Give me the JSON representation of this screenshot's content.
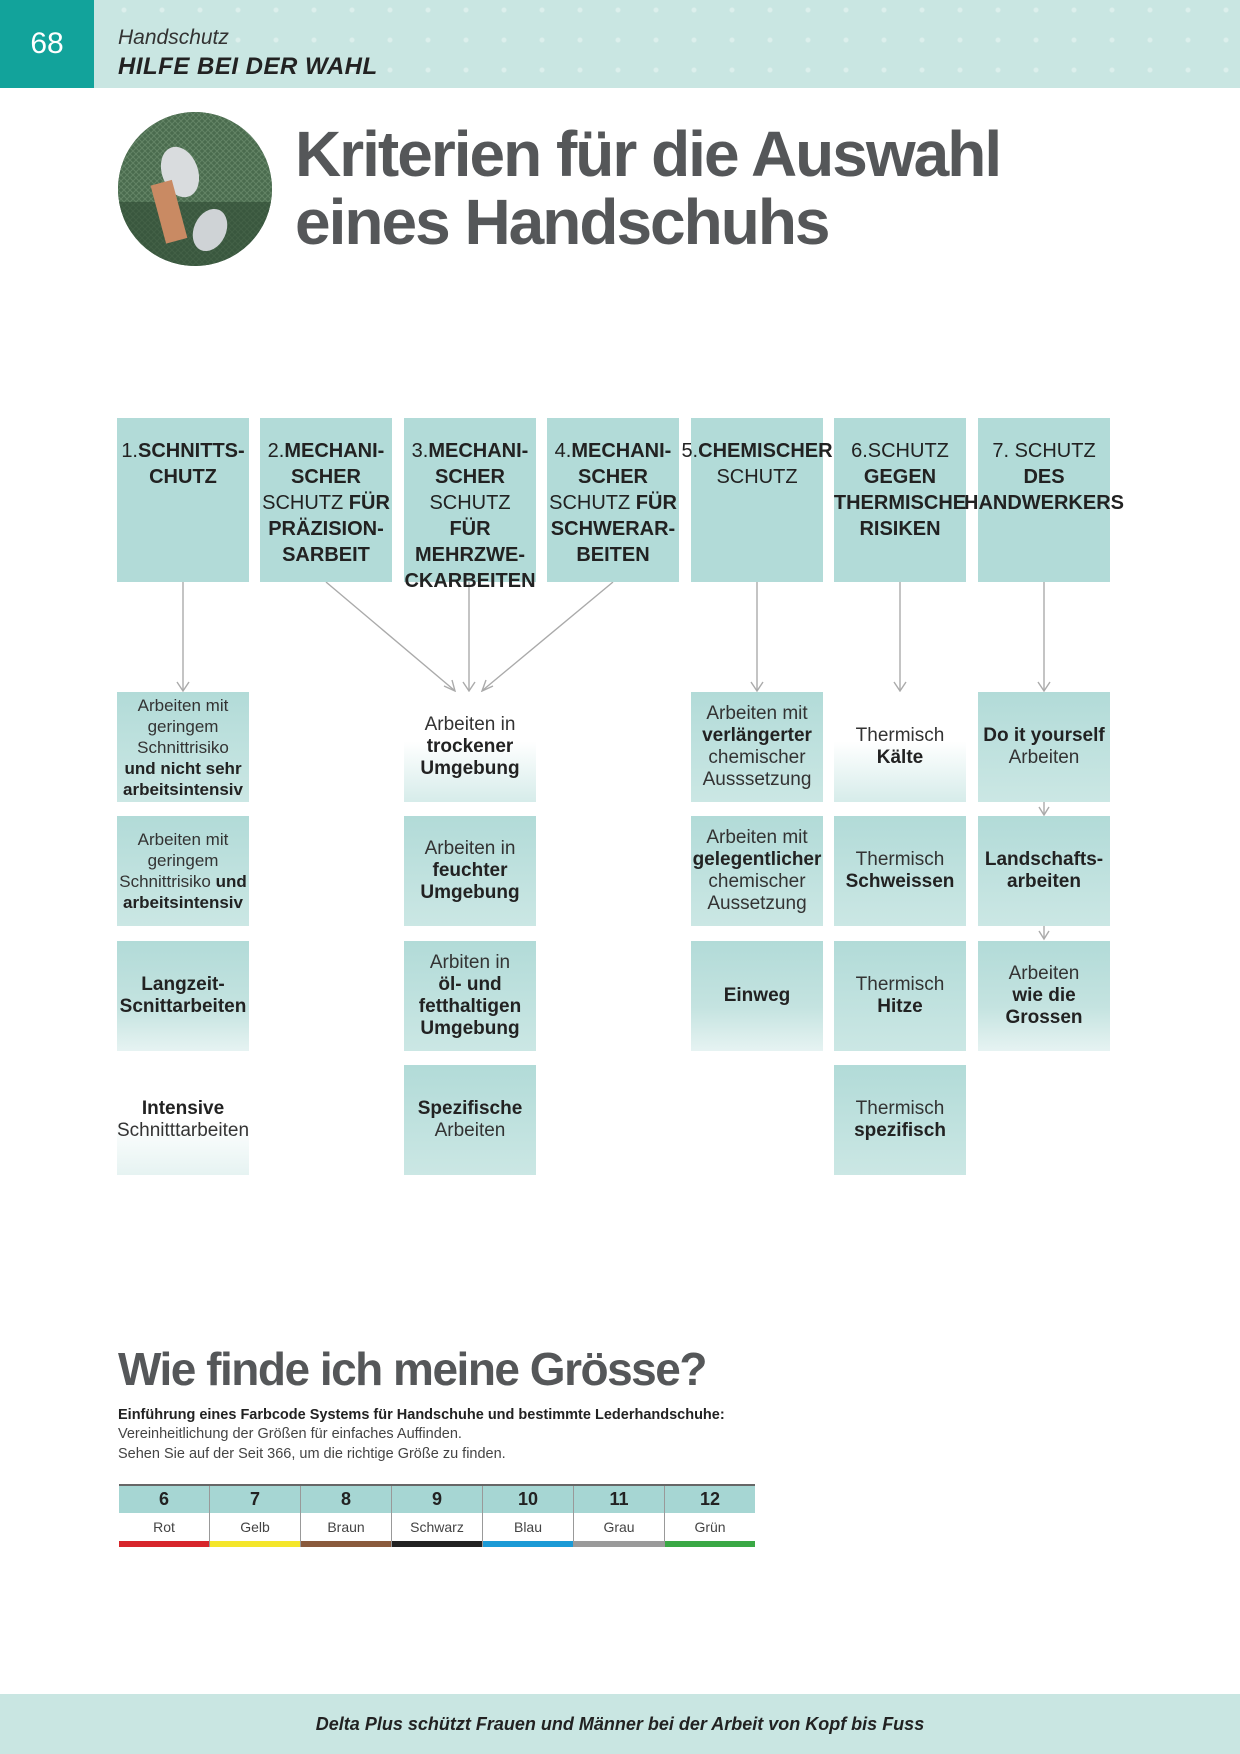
{
  "header": {
    "page_number": "68",
    "section": "Handschutz",
    "title": "HILFE BEI DER WAHL"
  },
  "title": {
    "line1": "Kriterien für die Auswahl",
    "line2": "eines Handschuhs"
  },
  "categories": [
    {
      "p1": "1.",
      "p1b": "SCHNITTS-",
      "p2b": "CHUTZ"
    },
    {
      "p1": "2.",
      "p1b": "MECHANI-",
      "p2b": "SCHER",
      "p3": "SCHUTZ ",
      "p3b": "FÜR",
      "p4b": "PRÄZISION-",
      "p5b": "SARBEIT"
    },
    {
      "p1": "3.",
      "p1b": "MECHANI-",
      "p2b": "SCHER",
      "p2": " SCHUTZ",
      "p3b": "FÜR",
      "p4b": "MEHRZWE-",
      "p5b": "CKARBEITEN"
    },
    {
      "p1": "4.",
      "p1b": "MECHANI-",
      "p2b": "SCHER",
      "p3": "SCHUTZ ",
      "p3b": "FÜR",
      "p4b": "SCHWERAR-",
      "p5b": "BEITEN"
    },
    {
      "p1": "5.",
      "p1b": "CHEMISCHER",
      "p2": "SCHUTZ"
    },
    {
      "p1": "6.SCHUTZ",
      "p2b": "GEGEN",
      "p3b": "THERMISCHE",
      "p4b": "RISIKEN"
    },
    {
      "p1": "7. SCHUTZ",
      "p2b": "DES",
      "p3b": "HANDWERKERS"
    }
  ],
  "col1": [
    {
      "t1": "Arbeiten mit",
      "t2": "geringem",
      "t3": "Schnittrisiko",
      "b1": "und nicht sehr",
      "b2": "arbeitsintensiv"
    },
    {
      "t1": "Arbeiten mit",
      "t2": "geringem",
      "t3": "Schnittrisiko",
      "b0": " und",
      "b2": "arbeitsintensiv"
    },
    {
      "b1": "Langzeit-",
      "b2": "Scnittarbeiten"
    },
    {
      "b1": "Intensive",
      "t1": "Schnitttarbeiten"
    }
  ],
  "col3": [
    {
      "t1": "Arbeiten in",
      "b1": "trockener",
      "b2": "Umgebung"
    },
    {
      "t1": "Arbeiten in",
      "b1": "feuchter",
      "b2": "Umgebung"
    },
    {
      "t1": "Arbiten in",
      "b1": "öl- und",
      "b2": "fetthaltigen",
      "b3": "Umgebung"
    },
    {
      "b1": "Spezifische",
      "t1": "Arbeiten"
    }
  ],
  "col5": [
    {
      "t1": "Arbeiten mit",
      "b1": "verlängerter",
      "t2": "chemischer",
      "t3": "Ausssetzung"
    },
    {
      "t1": "Arbeiten mit",
      "b1": "gelegentlicher",
      "t2": "chemischer",
      "t3": "Aussetzung"
    },
    {
      "b1": "Einweg"
    }
  ],
  "col6": [
    {
      "t1": "Thermisch",
      "b1": "Kälte"
    },
    {
      "t1": "Thermisch",
      "b1": "Schweissen"
    },
    {
      "t1": "Thermisch",
      "b1": "Hitze"
    },
    {
      "t1": "Thermisch",
      "b1": "spezifisch"
    }
  ],
  "col7": [
    {
      "b1": "Do it yourself",
      "t1": "Arbeiten"
    },
    {
      "b1": "Landschafts-",
      "b2": "arbeiten"
    },
    {
      "t1": "Arbeiten",
      "b1": "wie die",
      "b2": "Grossen"
    }
  ],
  "size": {
    "title": "Wie finde ich meine Grösse?",
    "lead": "Einführung eines Farbcode Systems für Handschuhe und bestimmte Lederhandschuhe:",
    "line1": "Vereinheitlichung der Größen für einfaches Auffinden.",
    "line2": "Sehen Sie auf der Seit 366, um die richtige Größe zu finden.",
    "sizes": [
      "6",
      "7",
      "8",
      "9",
      "10",
      "11",
      "12"
    ],
    "colors": [
      "Rot",
      "Gelb",
      "Braun",
      "Schwarz",
      "Blau",
      "Grau",
      "Grün"
    ],
    "swatches": [
      "#d7262b",
      "#f4e62a",
      "#8a5a3c",
      "#222222",
      "#1b9ad6",
      "#9a9a9a",
      "#3aa845"
    ]
  },
  "footer": {
    "text": "Delta Plus schützt Frauen und Männer bei der Arbeit von Kopf bis Fuss"
  }
}
